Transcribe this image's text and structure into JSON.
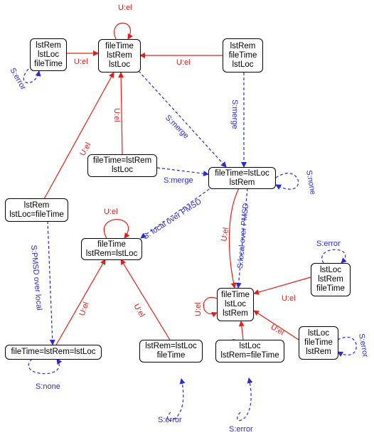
{
  "nodes": {
    "n_top_center": [
      "fileTime",
      "lstRem",
      "lstLoc"
    ],
    "n_top_left": [
      "lstRem",
      "lstLoc",
      "fileTime"
    ],
    "n_top_right": [
      "lstRem",
      "fileTime",
      "lstLoc"
    ],
    "n_mid_left": [
      "fileTime=lstRem",
      "lstLoc"
    ],
    "n_mid_right": [
      "fileTime=lstLoc",
      "lstRem"
    ],
    "n_left": [
      "lstRem",
      "lstLoc=fileTime"
    ],
    "n_center": [
      "fileTime",
      "lstRem=lstLoc"
    ],
    "n_bottom_left": [
      "fileTime=lstRem=lstLoc"
    ],
    "n_bottom_mid": [
      "lstRem=lstLoc",
      "fileTime"
    ],
    "n_bottom_right_center": [
      "fileTime",
      "lstLoc",
      "lstRem"
    ],
    "n_right_top": [
      "lstLoc",
      "lstRem",
      "fileTime"
    ],
    "n_right_bottom": [
      "lstLoc",
      "fileTime",
      "lstRem"
    ],
    "n_bottom_center2": [
      "lstLoc",
      "lstRem=fileTime"
    ]
  },
  "labels": {
    "uel": "U:el",
    "serror": "S:error",
    "smerge": "S:merge",
    "snone": "S:none",
    "slocal_over_pmsd_spaced": "S: local over PMSD",
    "slocal_over_pmsd": "S:local over PMSD",
    "spmsd_over_local": "S:PMSD over local"
  },
  "colors": {
    "u_edge": "#e0201b",
    "s_edge": "#2a2ad6"
  }
}
